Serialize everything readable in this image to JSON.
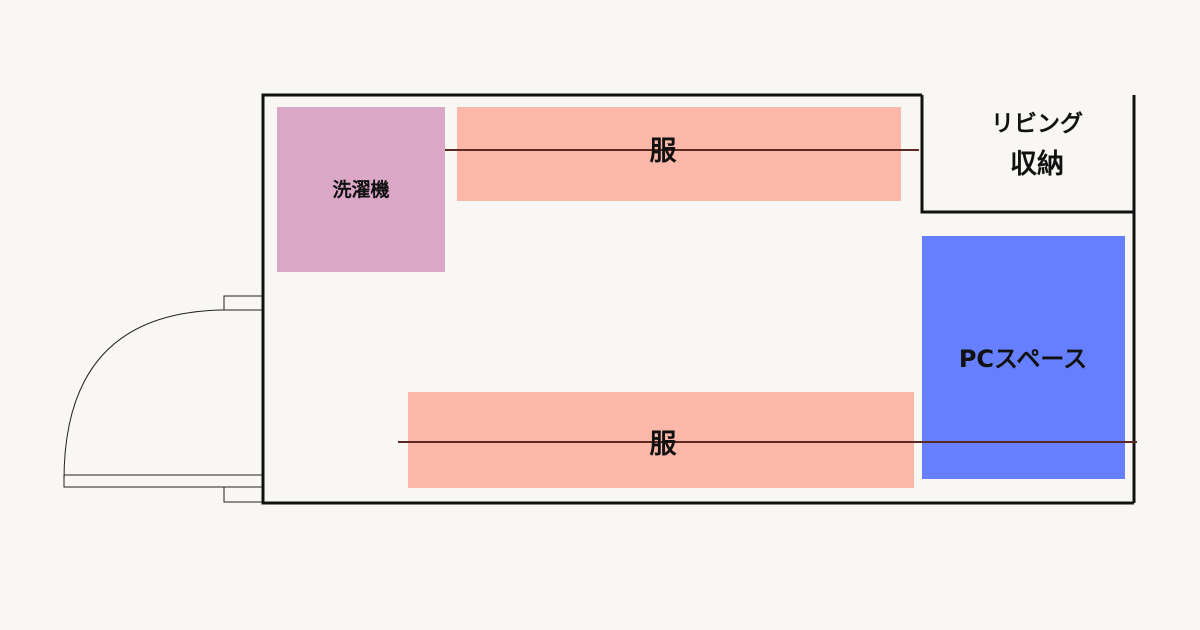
{
  "rooms": {
    "washer": {
      "label": "洗濯機",
      "color": "#dba7c7"
    },
    "clothes_top": {
      "label": "服",
      "color": "#fbb8a8"
    },
    "clothes_bottom": {
      "label": "服",
      "color": "#fbb8a8"
    },
    "pc_space": {
      "label": "PCスペース",
      "color": "#667ffe"
    },
    "living_storage": {
      "line1": "リビング",
      "line2": "収納"
    }
  },
  "colors": {
    "background": "#f8f7f3",
    "wall": "#111111",
    "rail": "#5a2a20"
  }
}
